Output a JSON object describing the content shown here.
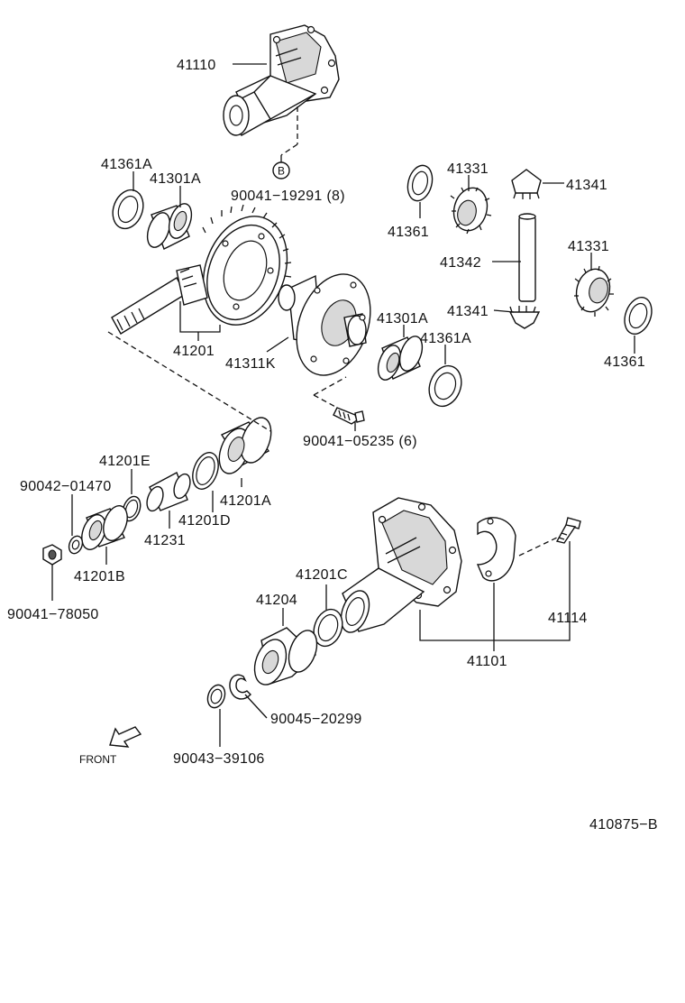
{
  "diagram": {
    "ref_code": "410875−B",
    "front_label": "FRONT",
    "ref_circle_letter": "B",
    "labels": {
      "p41110": "41110",
      "p41361A_top": "41361A",
      "p41301A_top": "41301A",
      "p90041_19291": "90041−19291 (8)",
      "p41361_top": "41361",
      "p41331_top": "41331",
      "p41341_top": "41341",
      "p41342": "41342",
      "p41331_right": "41331",
      "p41341_bottom": "41341",
      "p41361_right": "41361",
      "p41201": "41201",
      "p41311K": "41311K",
      "p41301A_mid": "41301A",
      "p41361A_mid": "41361A",
      "p90041_05235": "90041−05235 (6)",
      "p41201E": "41201E",
      "p90042_01470": "90042−01470",
      "p41201A": "41201A",
      "p41201D": "41201D",
      "p41231": "41231",
      "p41201B": "41201B",
      "p90041_78050": "90041−78050",
      "p41201C": "41201C",
      "p41204": "41204",
      "p41114": "41114",
      "p41101": "41101",
      "p90045_20299": "90045−20299",
      "p90043_39106": "90043−39106"
    }
  }
}
